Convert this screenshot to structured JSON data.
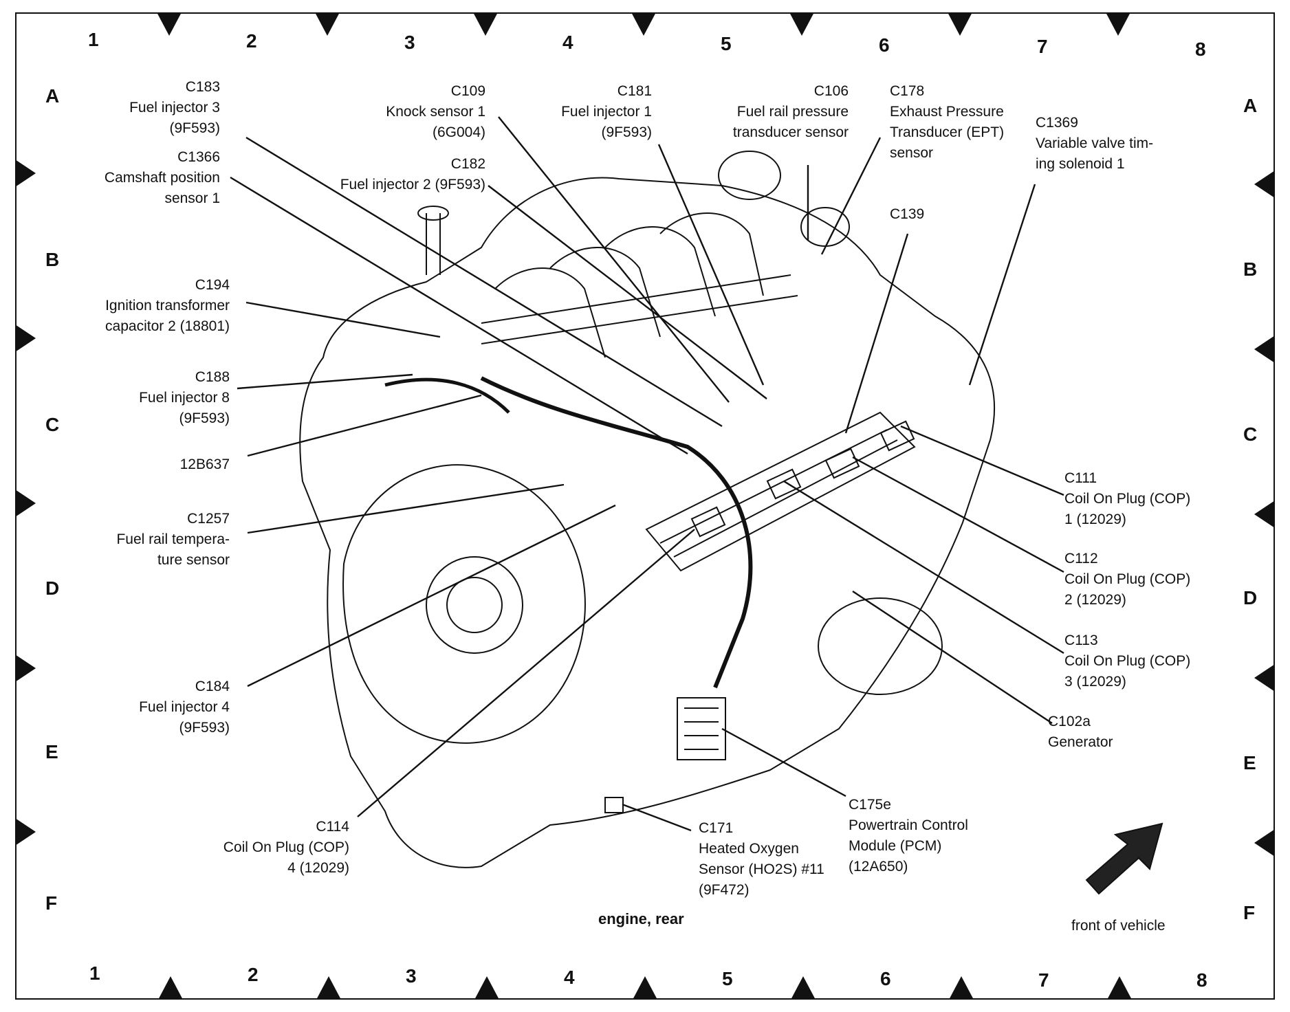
{
  "grid": {
    "columns": [
      "1",
      "2",
      "3",
      "4",
      "5",
      "6",
      "7",
      "8"
    ],
    "rows": [
      "A",
      "B",
      "C",
      "D",
      "E",
      "F"
    ]
  },
  "labels": {
    "c183": {
      "code": "C183",
      "name": "Fuel injector 3",
      "part": "(9F593)"
    },
    "c1366": {
      "code": "C1366",
      "name": "Camshaft position",
      "name2": "sensor 1"
    },
    "c109": {
      "code": "C109",
      "name": "Knock sensor 1",
      "part": "(6G004)"
    },
    "c182": {
      "code": "C182",
      "name": "Fuel injector 2 (9F593)"
    },
    "c181": {
      "code": "C181",
      "name": "Fuel injector 1",
      "part": "(9F593)"
    },
    "c106": {
      "code": "C106",
      "name": "Fuel rail pressure",
      "name2": "transducer sensor"
    },
    "c178": {
      "code": "C178",
      "name": "Exhaust Pressure",
      "name2": "Transducer (EPT)",
      "name3": "sensor"
    },
    "c1369": {
      "code": "C1369",
      "name": "Variable valve tim-",
      "name2": "ing solenoid 1"
    },
    "c139": {
      "code": "C139"
    },
    "c194": {
      "code": "C194",
      "name": "Ignition transformer",
      "name2": "capacitor 2 (18801)"
    },
    "c188": {
      "code": "C188",
      "name": "Fuel injector 8",
      "part": "(9F593)"
    },
    "p12b637": {
      "code": "12B637"
    },
    "c1257": {
      "code": "C1257",
      "name": "Fuel rail tempera-",
      "name2": "ture sensor"
    },
    "c111": {
      "code": "C111",
      "name": "Coil On Plug (COP)",
      "name2": "1 (12029)"
    },
    "c112": {
      "code": "C112",
      "name": "Coil On Plug (COP)",
      "name2": "2 (12029)"
    },
    "c113": {
      "code": "C113",
      "name": "Coil On Plug (COP)",
      "name2": "3 (12029)"
    },
    "c102a": {
      "code": "C102a",
      "name": "Generator"
    },
    "c184": {
      "code": "C184",
      "name": "Fuel injector 4",
      "part": "(9F593)"
    },
    "c114": {
      "code": "C114",
      "name": "Coil On Plug (COP)",
      "name2": "4 (12029)"
    },
    "c171": {
      "code": "C171",
      "name": "Heated Oxygen",
      "name2": "Sensor (HO2S) #11",
      "name3": "(9F472)"
    },
    "c175e": {
      "code": "C175e",
      "name": "Powertrain Control",
      "name2": "Module (PCM)",
      "name3": "(12A650)"
    }
  },
  "caption": "engine, rear",
  "front_label": "front of vehicle",
  "colors": {
    "line": "#111111",
    "background": "#ffffff"
  }
}
